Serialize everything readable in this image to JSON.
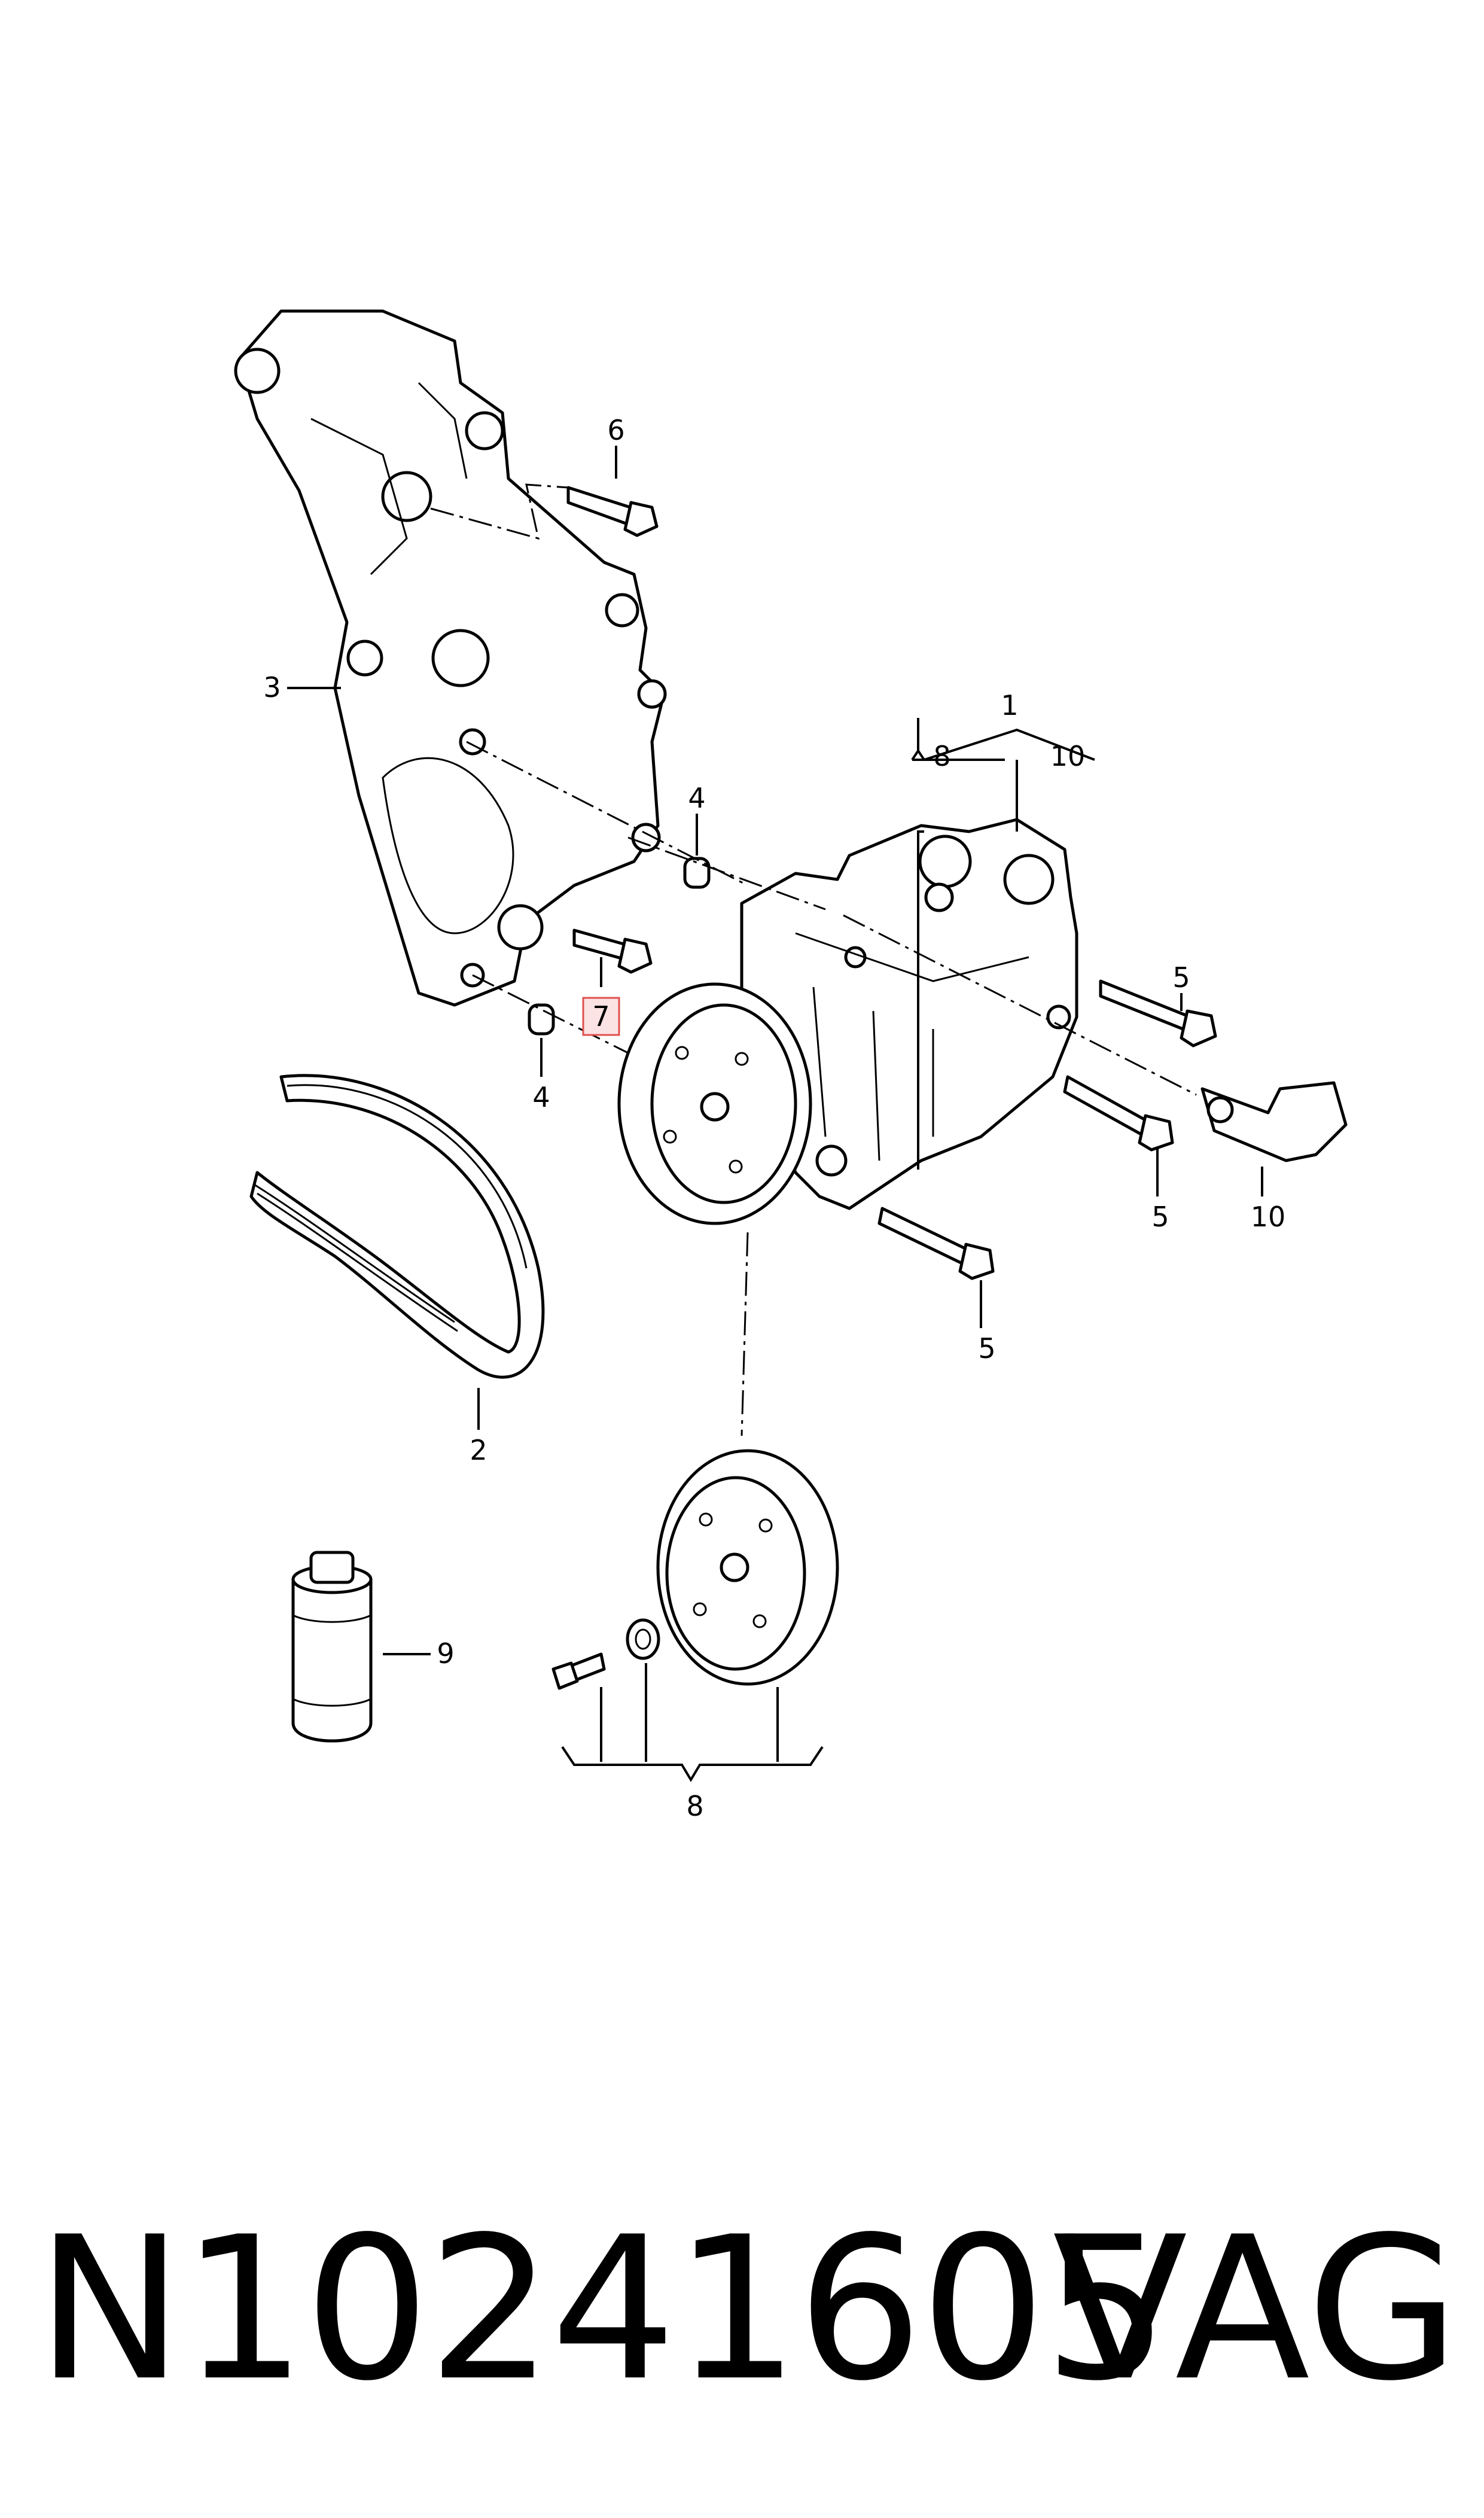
{
  "callouts": {
    "c1": "1",
    "c2": "2",
    "c3": "3",
    "c4a": "4",
    "c4b": "4",
    "c5a": "5",
    "c5b": "5",
    "c5c": "5",
    "c6": "6",
    "c7": "7",
    "c8a": "8",
    "c8b": "8",
    "c9": "9",
    "c10a": "10",
    "c10b": "10"
  },
  "footer": {
    "part_number": "N10241605",
    "brand": "VAG"
  },
  "colors": {
    "highlight_fill": "#fbe3e3",
    "highlight_stroke": "#e05050"
  }
}
